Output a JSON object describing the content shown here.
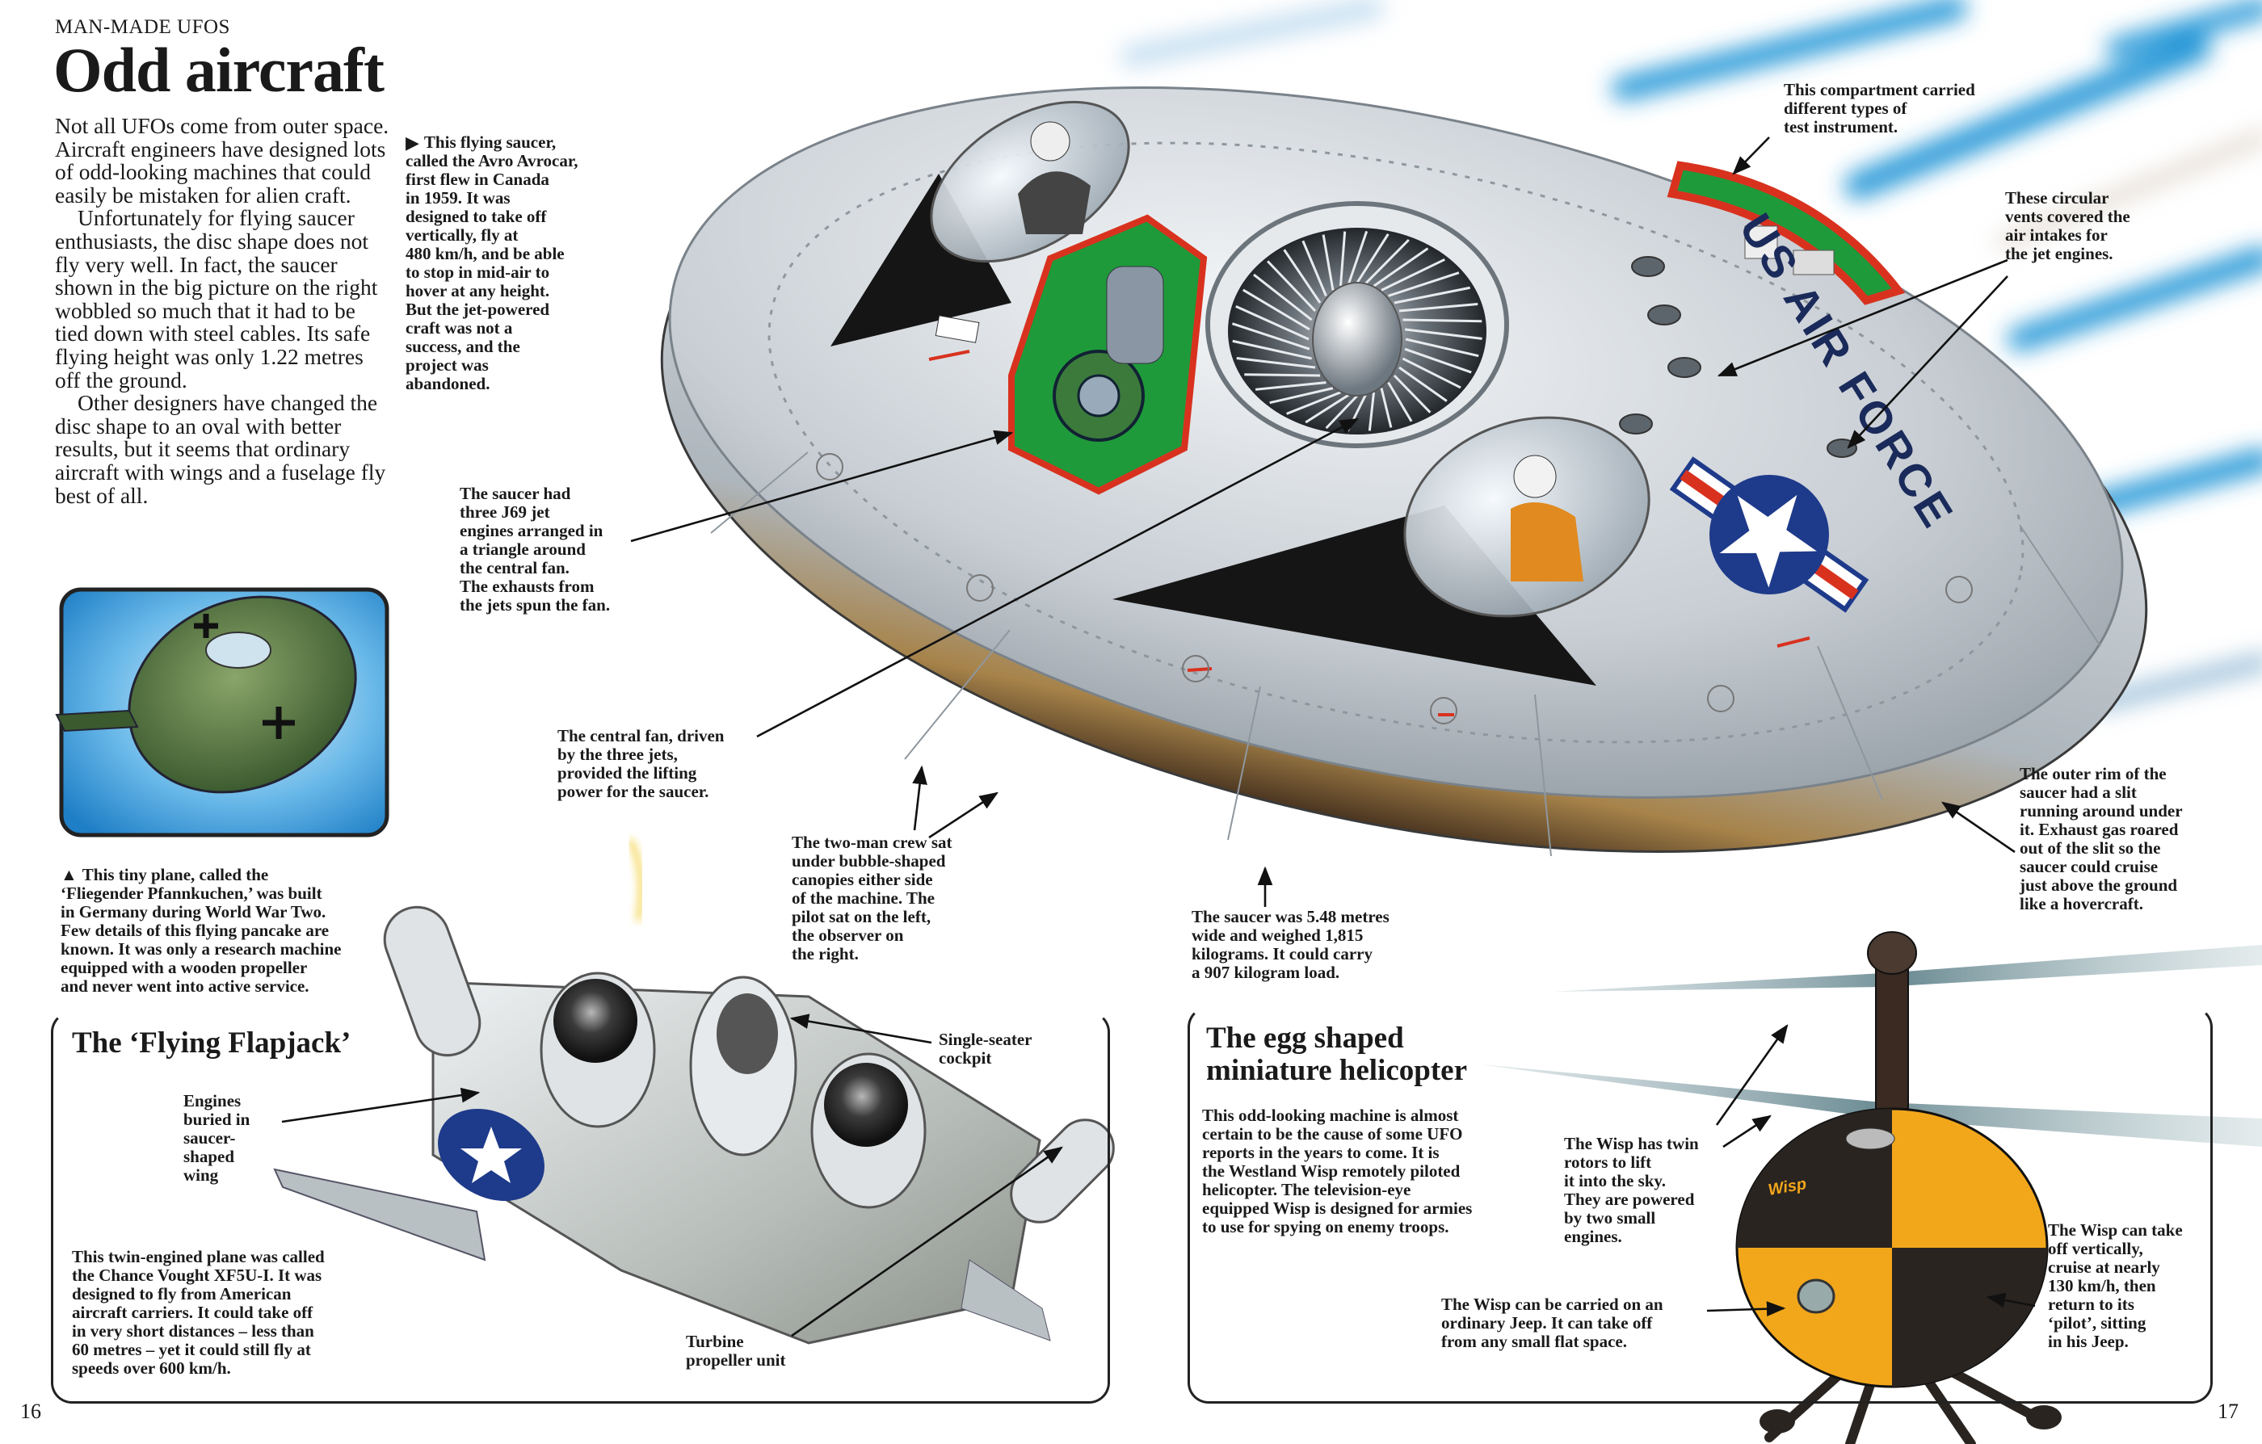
{
  "header": {
    "kicker": "MAN-MADE UFOS",
    "title": "Odd aircraft"
  },
  "intro": {
    "paragraphs": [
      "Not all UFOs come from outer space. Aircraft engineers have designed lots of odd-looking machines that could easily be mistaken for alien craft.",
      "Unfortunately for flying saucer enthusiasts, the disc shape does not fly very well. In fact, the saucer shown in the big picture on the right wobbled so much that it had to be tied down with steel cables. Its safe flying height was only 1.22 metres off the ground.",
      "Other designers have changed the disc shape to an oval with better results, but it seems that ordinary aircraft with wings and a fuselage fly best of all."
    ]
  },
  "avrocar": {
    "pointer_glyph": "▶",
    "caption": "This flying saucer,\ncalled the Avro Avrocar,\nfirst flew in Canada\nin 1959. It was\ndesigned to take off\nvertically, fly at\n480 km/h, and be able\nto stop in mid-air to\nhover at any height.\nBut the jet-powered\ncraft was not a\nsuccess, and the\nproject was\nabandoned.",
    "labels": {
      "engines": "The saucer had\nthree J69 jet\nengines arranged in\na triangle around\nthe central fan.\nThe exhausts from\nthe jets spun the fan.",
      "fan": "The central fan, driven\nby the three jets,\nprovided the lifting\npower for the saucer.",
      "crew": "The two-man crew sat\nunder bubble-shaped\ncanopies either side\nof the machine. The\npilot sat on the left,\nthe observer on\nthe right.",
      "size": "The saucer was 5.48 metres\nwide and weighed 1,815\nkilograms. It could carry\na 907 kilogram load.",
      "rim": "The outer rim of the\nsaucer had a slit\nrunning around under\nit. Exhaust gas roared\nout of the slit so the\nsaucer could cruise\njust above the ground\nlike a hovercraft.",
      "compartment": "This compartment carried\ndifferent types of\ntest instrument.",
      "vents": "These circular\nvents covered the\nair intakes for\nthe jet engines."
    },
    "marking": "US AIR FORCE"
  },
  "pfannkuchen": {
    "pointer_glyph": "▲",
    "caption": "This tiny plane, called the\n‘Fliegender Pfannkuchen,’ was built\nin Germany during World War Two.\nFew details of this flying pancake are\nknown. It was only a research machine\nequipped with a wooden propeller\nand never went into active service."
  },
  "flapjack": {
    "heading": "The ‘Flying Flapjack’",
    "engines_label": "Engines\nburied in\nsaucer-\nshaped\nwing",
    "cockpit_label": "Single-seater\ncockpit",
    "turbine_label": "Turbine\npropeller unit",
    "body": "This twin-engined plane was called\nthe Chance Vought XF5U-I. It was\ndesigned to fly from American\naircraft carriers. It could take off\nin very short distances – less than\n60 metres – yet it could still fly at\nspeeds over 600 km/h."
  },
  "helicopter": {
    "heading": "The egg shaped\nminiature helicopter",
    "body": "This odd-looking machine is almost\ncertain to be the cause of some UFO\nreports in the years to come. It is\nthe Westland Wisp remotely piloted\nhelicopter. The television-eye\nequipped Wisp is designed for armies\nto use for spying on enemy troops.",
    "rotors_label": "The Wisp has twin\nrotors to lift\nit into the sky.\nThey are powered\nby two small\nengines.",
    "jeep_label": "The Wisp can be carried on an\nordinary Jeep. It can take off\nfrom any small flat space.",
    "flight_label": "The Wisp can take\noff vertically,\ncruise at nearly\n130 km/h, then\nreturn to its\n‘pilot’, sitting\nin his Jeep.",
    "marking": "Wisp"
  },
  "page_numbers": {
    "left": "16",
    "right": "17"
  },
  "colors": {
    "sky_streak": "#2a9ad8",
    "saucer_silver": "#c9d0d6",
    "cutaway_green": "#1f9a3a",
    "wisp_yellow": "#f2a71b",
    "roundel_blue": "#1e3a8a",
    "accent_red": "#d8321f"
  }
}
